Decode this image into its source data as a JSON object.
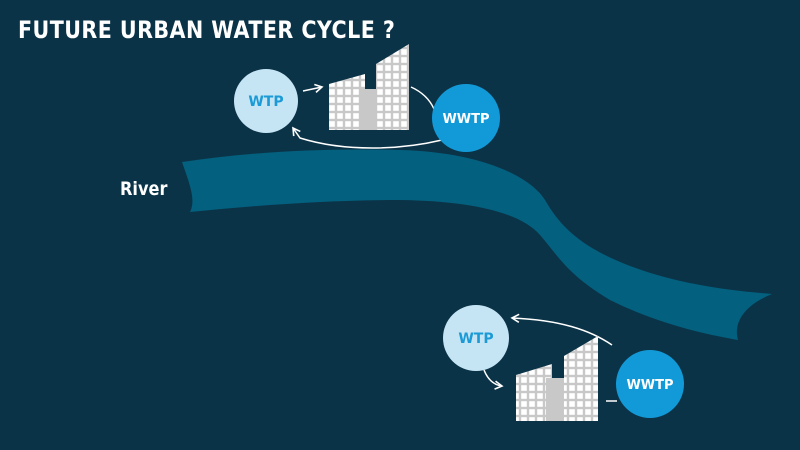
{
  "title": "FUTURE URBAN WATER CYCLE ?",
  "river_label": "River",
  "nodes": {
    "upper_wtp": "WTP",
    "upper_wwtp": "WWTP",
    "lower_wtp": "WTP",
    "lower_wwtp": "WWTP"
  },
  "colors": {
    "background": "#0b3347",
    "river": "#03607e",
    "wtp_fill": "#c6e5f4",
    "wtp_text": "#1b9ad6",
    "wwtp_fill": "#129ad8",
    "building": "#c8c8c8"
  }
}
